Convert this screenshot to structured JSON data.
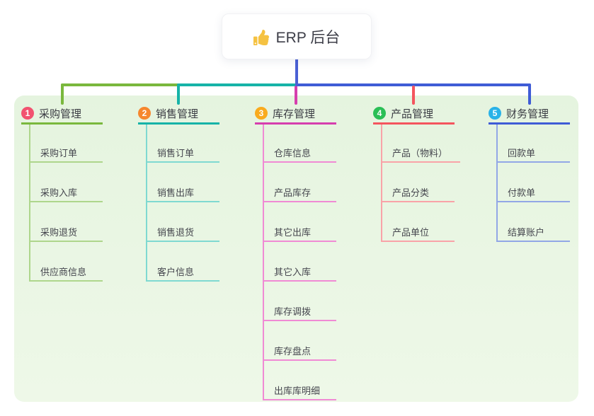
{
  "root": {
    "title": "ERP 后台",
    "icon": "thumbs-up-icon",
    "icon_color": "#f5c242",
    "line_color": "#4a60d4"
  },
  "panel_color": "#e9f6e3",
  "branches": [
    {
      "index": "1",
      "label": "采购管理",
      "badge_color": "#f25270",
      "color": "#7ab83d",
      "light_color": "#aed68c",
      "children": [
        "采购订单",
        "采购入库",
        "采购退货",
        "供应商信息"
      ]
    },
    {
      "index": "2",
      "label": "销售管理",
      "badge_color": "#f6872e",
      "color": "#16b3a8",
      "light_color": "#7fd9d1",
      "children": [
        "销售订单",
        "销售出库",
        "销售退货",
        "客户信息"
      ]
    },
    {
      "index": "3",
      "label": "库存管理",
      "badge_color": "#f9ab1e",
      "color": "#d63eae",
      "light_color": "#f08ad4",
      "children": [
        "仓库信息",
        "产品库存",
        "其它出库",
        "其它入库",
        "库存调拨",
        "库存盘点",
        "出库库明细"
      ]
    },
    {
      "index": "4",
      "label": "产品管理",
      "badge_color": "#2abf56",
      "color": "#f4555e",
      "light_color": "#f9a3a8",
      "children": [
        "产品（物料）",
        "产品分类",
        "产品单位"
      ]
    },
    {
      "index": "5",
      "label": "财务管理",
      "badge_color": "#29b2e8",
      "color": "#3f5cd6",
      "light_color": "#92a7e6",
      "children": [
        "回款单",
        "付款单",
        "结算账户"
      ]
    }
  ]
}
